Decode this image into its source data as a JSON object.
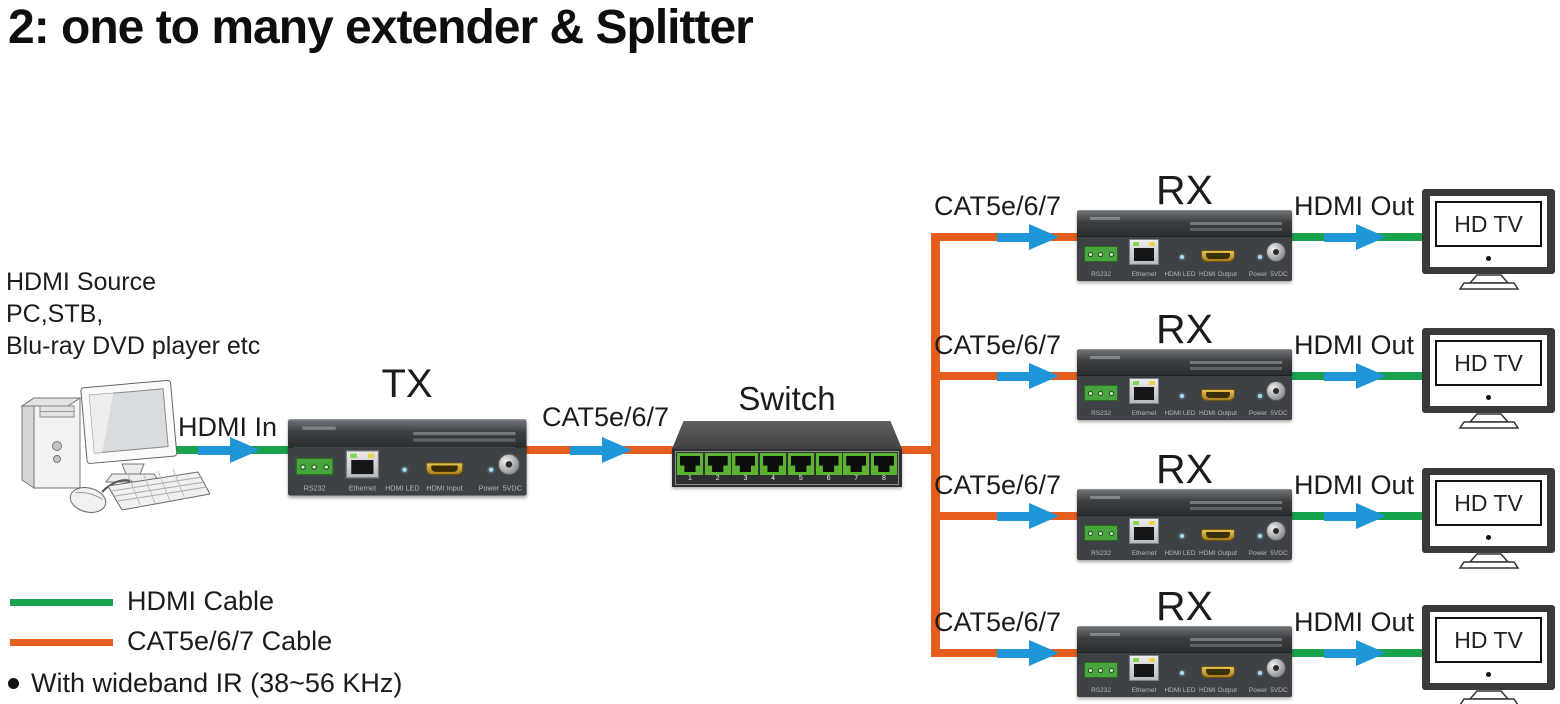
{
  "title": "2: one to many extender & Splitter",
  "source": {
    "lines": [
      "HDMI Source",
      "PC,STB,",
      "Blu-ray DVD player etc"
    ]
  },
  "main_flow": {
    "hdmi_in_label": "HDMI In",
    "tx_label": "TX",
    "cat_label": "CAT5e/6/7",
    "switch_label": "Switch"
  },
  "tx_ports": {
    "rs232": "RS232",
    "ethernet": "Ethernet",
    "hdmi_led": "HDMI LED",
    "hdmi": "HDMI Input",
    "power": "Power",
    "dc": "5VDC"
  },
  "rx_ports": {
    "rs232": "RS232",
    "ethernet": "Ethernet",
    "hdmi_led": "HDMI LED",
    "hdmi": "HDMI Output",
    "power": "Power",
    "dc": "5VDC"
  },
  "switch": {
    "port_numbers": [
      "1",
      "2",
      "3",
      "4",
      "5",
      "6",
      "7",
      "8"
    ]
  },
  "rows": [
    {
      "cat_label": "CAT5e/6/7",
      "rx_label": "RX",
      "hdmi_out_label": "HDMI Out",
      "tv_label": "HD TV"
    },
    {
      "cat_label": "CAT5e/6/7",
      "rx_label": "RX",
      "hdmi_out_label": "HDMI Out",
      "tv_label": "HD TV"
    },
    {
      "cat_label": "CAT5e/6/7",
      "rx_label": "RX",
      "hdmi_out_label": "HDMI Out",
      "tv_label": "HD TV"
    },
    {
      "cat_label": "CAT5e/6/7",
      "rx_label": "RX",
      "hdmi_out_label": "HDMI Out",
      "tv_label": "HD TV"
    }
  ],
  "legend": {
    "items": [
      {
        "swatch_color": "#17A24B",
        "label": "HDMI Cable"
      },
      {
        "swatch_color": "#E55E1D",
        "label": "CAT5e/6/7 Cable"
      }
    ],
    "note": "With wideband IR (38~56 KHz)"
  },
  "colors": {
    "hdmi_cable": "#17A24B",
    "cat_cable": "#E55E1D",
    "arrow_blue": "#1E96D7"
  }
}
